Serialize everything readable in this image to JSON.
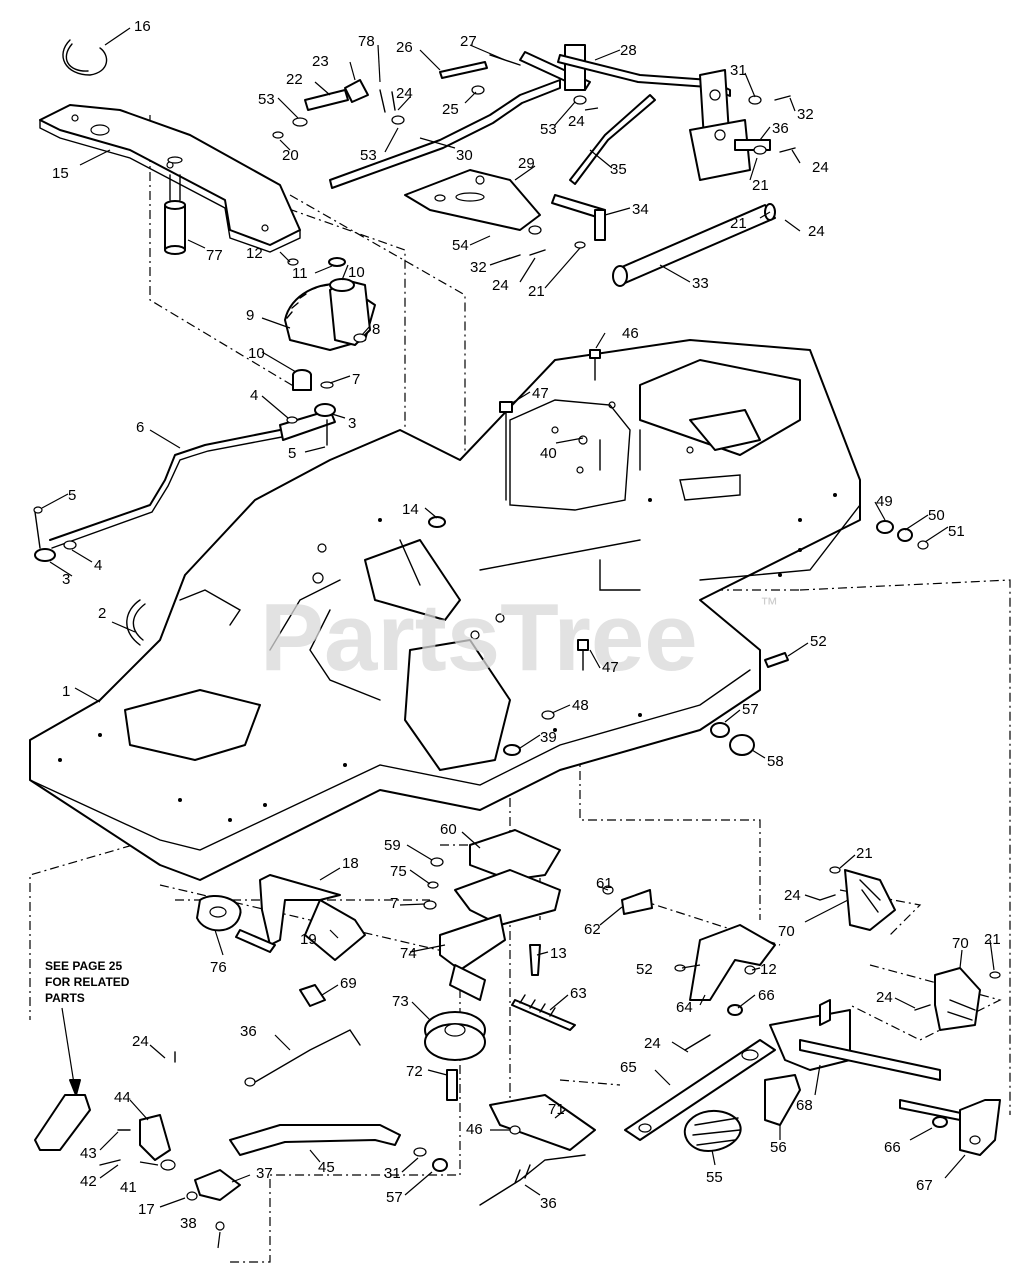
{
  "watermark": "PartsTree",
  "watermark_tm": "™",
  "note": {
    "line1": "SEE PAGE 25",
    "line2": "FOR RELATED",
    "line3": "PARTS"
  },
  "labels": {
    "p1": "1",
    "p2": "2",
    "p3a": "3",
    "p3b": "3",
    "p4a": "4",
    "p4b": "4",
    "p5a": "5",
    "p5b": "5",
    "p6": "6",
    "p7a": "7",
    "p7b": "7",
    "p8": "8",
    "p9": "9",
    "p10a": "10",
    "p10b": "10",
    "p11": "11",
    "p12a": "12",
    "p12b": "12",
    "p13": "13",
    "p14": "14",
    "p15": "15",
    "p16": "16",
    "p17": "17",
    "p18": "18",
    "p19": "19",
    "p20": "20",
    "p21a": "21",
    "p21b": "21",
    "p21c": "21",
    "p21d": "21",
    "p21e": "21",
    "p22": "22",
    "p23": "23",
    "p24a": "24",
    "p24b": "24",
    "p24c": "24",
    "p24d": "24",
    "p24e": "24",
    "p24f": "24",
    "p24g": "24",
    "p24h": "24",
    "p24i": "24",
    "p25": "25",
    "p26": "26",
    "p27": "27",
    "p28": "28",
    "p29": "29",
    "p30": "30",
    "p31a": "31",
    "p31b": "31",
    "p32a": "32",
    "p32b": "32",
    "p33": "33",
    "p34": "34",
    "p35": "35",
    "p36a": "36",
    "p36b": "36",
    "p36c": "36",
    "p37": "37",
    "p38": "38",
    "p39": "39",
    "p40": "40",
    "p41": "41",
    "p42": "42",
    "p43": "43",
    "p44": "44",
    "p45": "45",
    "p46a": "46",
    "p46b": "46",
    "p47a": "47",
    "p47b": "47",
    "p48": "48",
    "p49": "49",
    "p50": "50",
    "p51": "51",
    "p52a": "52",
    "p52b": "52",
    "p53a": "53",
    "p53b": "53",
    "p53c": "53",
    "p54": "54",
    "p55": "55",
    "p56": "56",
    "p57a": "57",
    "p57b": "57",
    "p58": "58",
    "p59": "59",
    "p60": "60",
    "p61": "61",
    "p62": "62",
    "p63": "63",
    "p64": "64",
    "p65": "65",
    "p66a": "66",
    "p66b": "66",
    "p67": "67",
    "p68": "68",
    "p69": "69",
    "p70a": "70",
    "p70b": "70",
    "p71": "71",
    "p72": "72",
    "p73": "73",
    "p74": "74",
    "p75": "75",
    "p76": "76",
    "p77": "77",
    "p78": "78"
  }
}
